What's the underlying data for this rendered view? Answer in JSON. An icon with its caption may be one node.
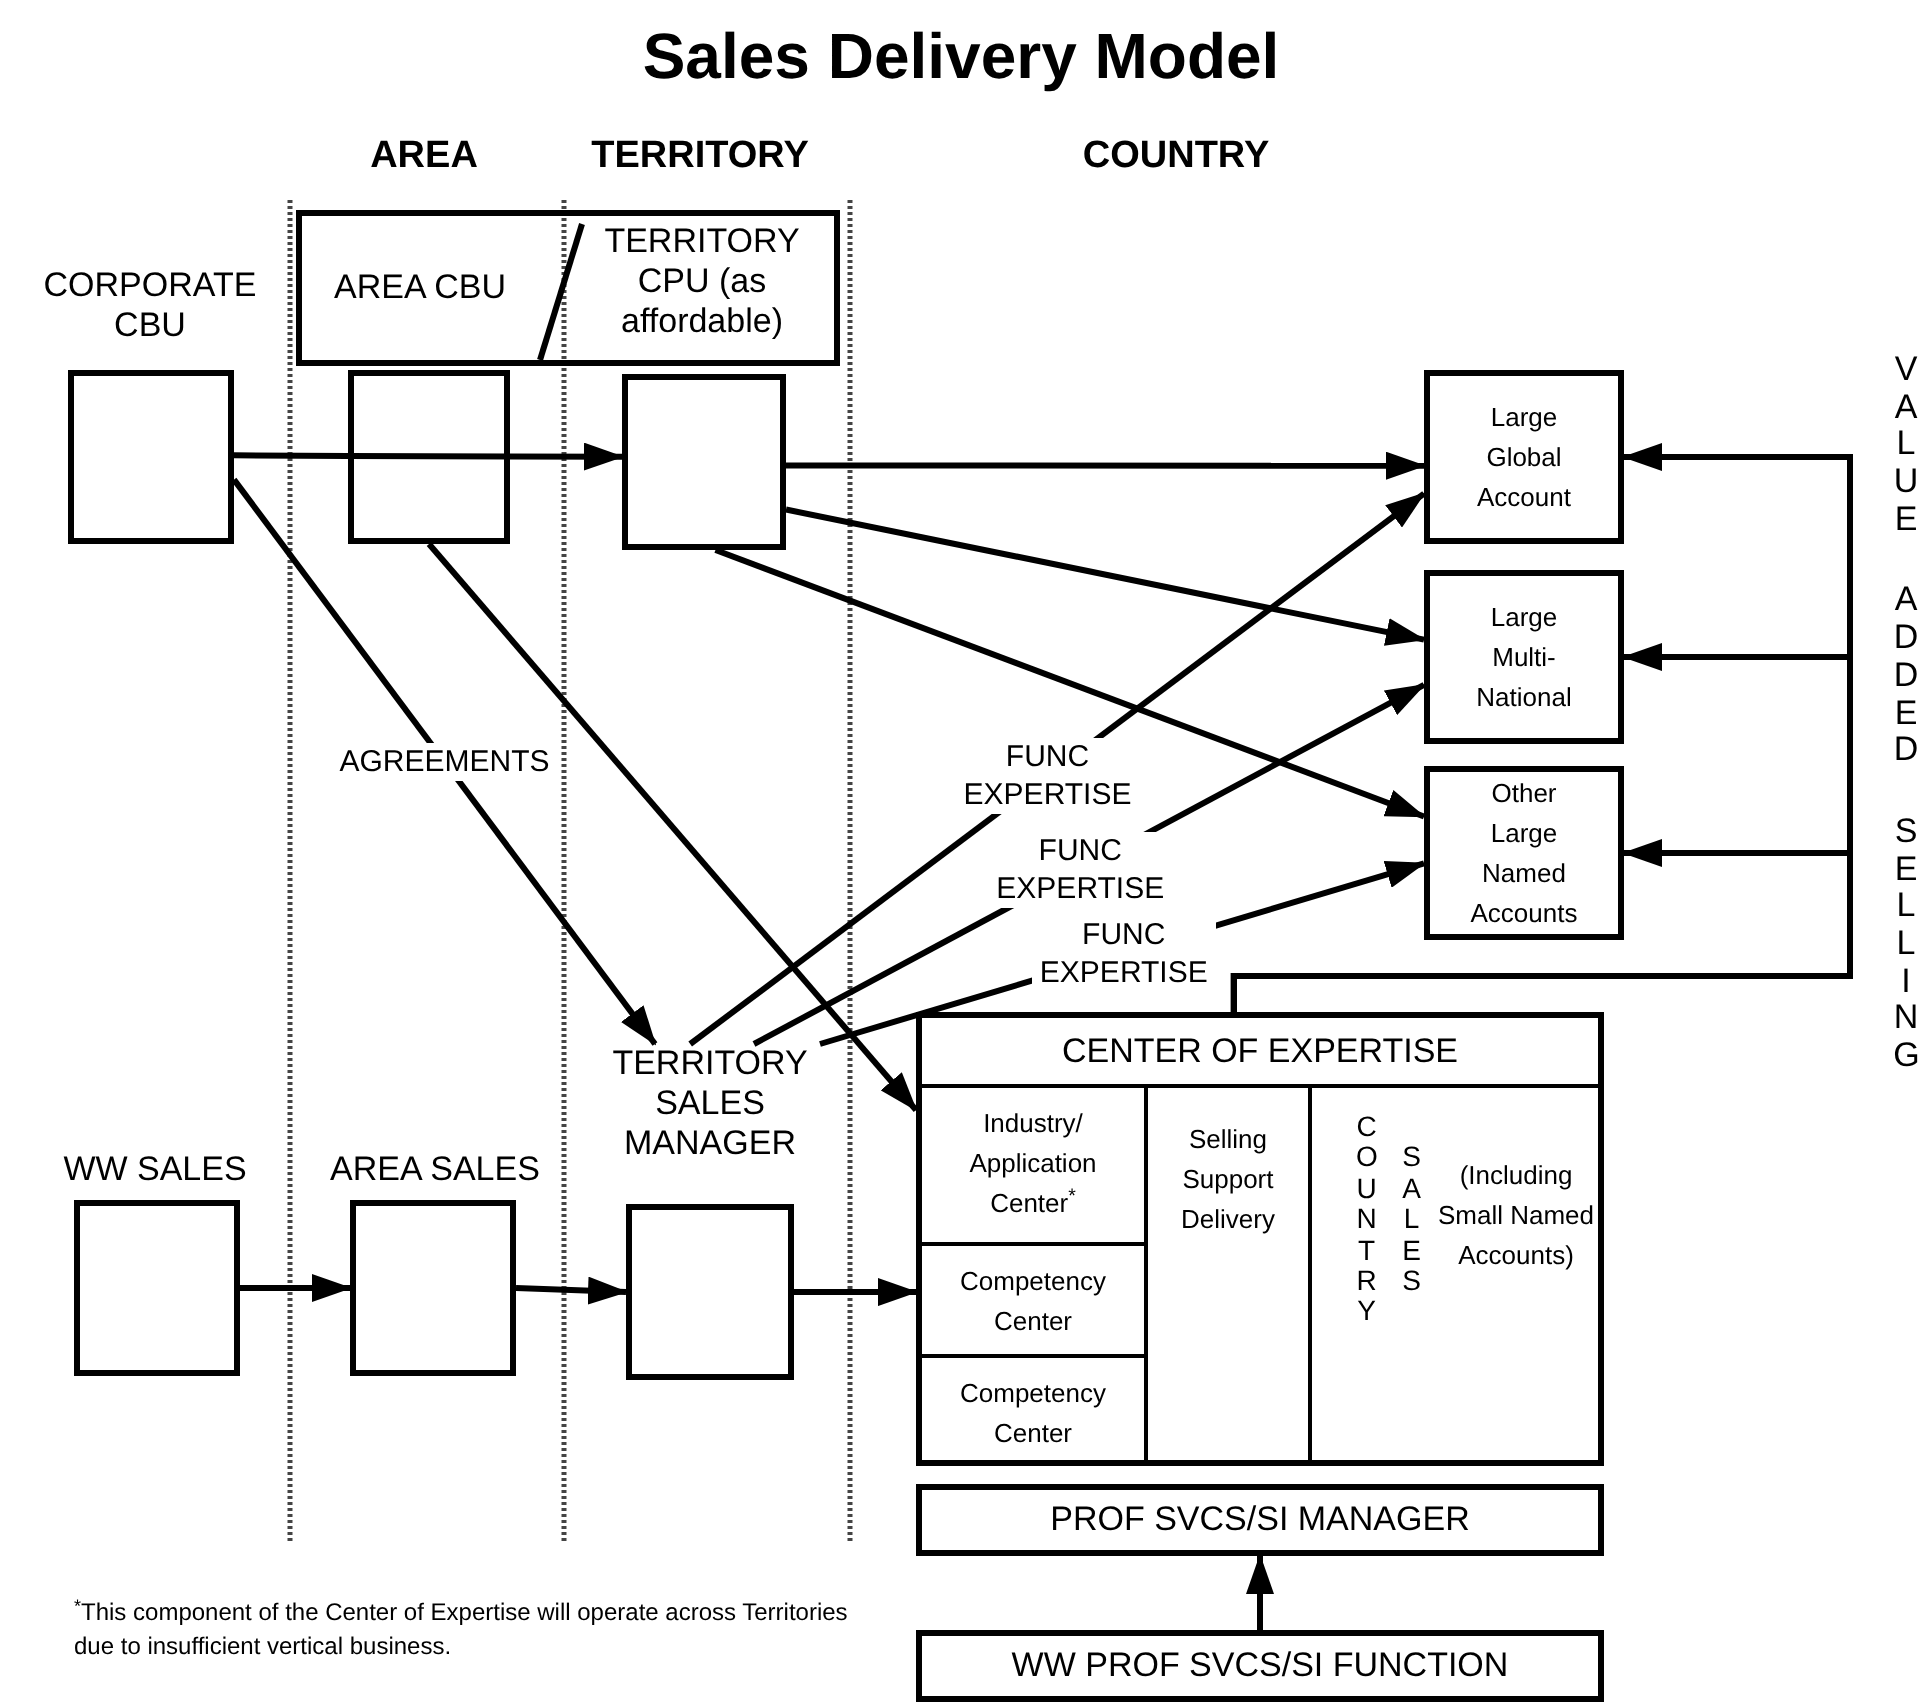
{
  "diagram": {
    "title": "Sales Delivery Model",
    "nodes": [
      {
        "text": [
          "AREA CBU",
          "TERRITORY CPU (as affordable)"
        ]
      },
      {
        "text": [
          "CORPORATE CBU"
        ]
      },
      {
        "text": [],
        "shape": "box"
      },
      {
        "text": [],
        "shape": "box"
      },
      {
        "text": [
          "Large Global Account"
        ]
      },
      {
        "text": [
          "Large Multi-National"
        ]
      },
      {
        "text": [
          "Other Large Named Accounts"
        ]
      },
      {
        "text": [
          "CENTER OF EXPERTISE"
        ]
      },
      {
        "text": [
          "Industry/ Application Center$^{*}$"
        ],
        "in": 7
      },
      {
        "text": [
          "Competency Center"
        ],
        "in": 7
      },
      {
        "text": [
          "Competency Center"
        ],
        "in": 7
      },
      {
        "text": [
          "Selling Support Delivery"
        ],
        "in": 7
      },
      {
        "text": [
          "COUNTRY SALES",
          "(Including Small Named Accounts)"
        ],
        "in": 7
      },
      {
        "text": [
          "PROF SVCS/SI MANAGER"
        ]
      },
      {
        "text": [
          "WW PROF SVCS/SI FUNCTION"
        ]
      },
      {
        "text": [
          "WW SALES"
        ]
      },
      {
        "text": [
          "AREA SALES"
        ]
      },
      {
        "text": [
          "TERRITORY SALES MANAGER"
        ]
      }
    ],
    "edges": [
      {
        "from": 1,
        "to": 2,
        "arrow": "none"
      },
      {
        "from": 2,
        "to": 3,
        "arrow": "to"
      },
      {
        "from": 1,
        "to": 17,
        "arrow": "to",
        "label": "AGREEMENTS"
      },
      {
        "from": 2,
        "to": 7,
        "arrow": "to"
      },
      {
        "from": 3,
        "to": 4,
        "arrow": "to"
      },
      {
        "from": 3,
        "to": 5,
        "arrow": "to"
      },
      {
        "from": 3,
        "to": 6,
        "arrow": "to"
      },
      {
        "from": 17,
        "to": 4,
        "arrow": "to",
        "label": "FUNC EXPERTISE"
      },
      {
        "from": 17,
        "to": 5,
        "arrow": "to",
        "label": "FUNC EXPERTISE"
      },
      {
        "from": 17,
        "to": 6,
        "arrow": "to",
        "label": "FUNC EXPERTISE"
      },
      {
        "from": 15,
        "to": 16,
        "arrow": "to"
      },
      {
        "from": 16,
        "to": 17,
        "arrow": "to"
      },
      {
        "from": 17,
        "to": 7,
        "arrow": "to"
      },
      {
        "from": 14,
        "to": 13,
        "arrow": "to"
      },
      {
        "from": 7,
        "to": 4,
        "arrow": "to"
      },
      {
        "from": 7,
        "to": 5,
        "arrow": "to"
      },
      {
        "from": 7,
        "to": 6,
        "arrow": "to"
      }
    ],
    "labels": [
      "AREA",
      "TERRITORY",
      "COUNTRY",
      "VALUE ADDED SELLING",
      "$^{*}$This component of the Center of Expertise will operate across Territories due to insufficient vertical business."
    ]
  }
}
